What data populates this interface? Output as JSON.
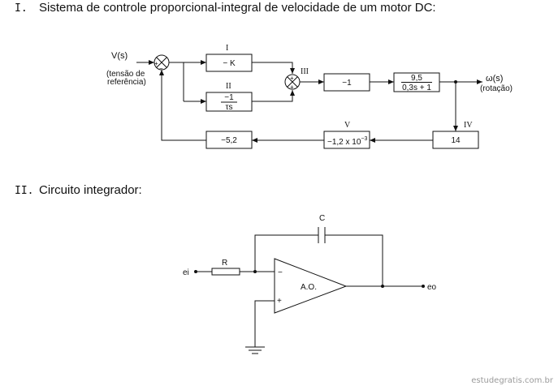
{
  "section1": {
    "number": "I.",
    "title": "Sistema de controle proporcional-integral de velocidade de um motor DC:"
  },
  "section2": {
    "number": "II.",
    "title": "Circuito integrador:"
  },
  "block_diagram": {
    "input_label": "V(s)",
    "input_desc_1": "(tensão de",
    "input_desc_2": "referência)",
    "output_label": "ω(s)",
    "output_desc": "(rotação)",
    "sum1_plus": "+",
    "sum1_minus": "−",
    "sum2_plus1": "+",
    "sum2_plus2": "+",
    "block_I_label": "I",
    "block_I_gain": "− K",
    "block_II_label": "II",
    "block_II_num": "−1",
    "block_II_den": "τs",
    "sum2_label": "III",
    "block_neg1": "−1",
    "motor_num": "9,5",
    "motor_den": "0,3s + 1",
    "block_IV_label": "IV",
    "block_14": "14",
    "block_V_label": "V",
    "block_V_gain": "−1,2 x 10",
    "block_V_exp": "−3",
    "feedback_gain": "−5,2"
  },
  "circuit": {
    "capacitor_label": "C",
    "resistor_label": "R",
    "input_label": "ei",
    "output_label": "eo",
    "opamp_label": "A.O.",
    "inv_input": "−",
    "noninv_input": "+"
  },
  "watermark": "estudegratis.com.br"
}
